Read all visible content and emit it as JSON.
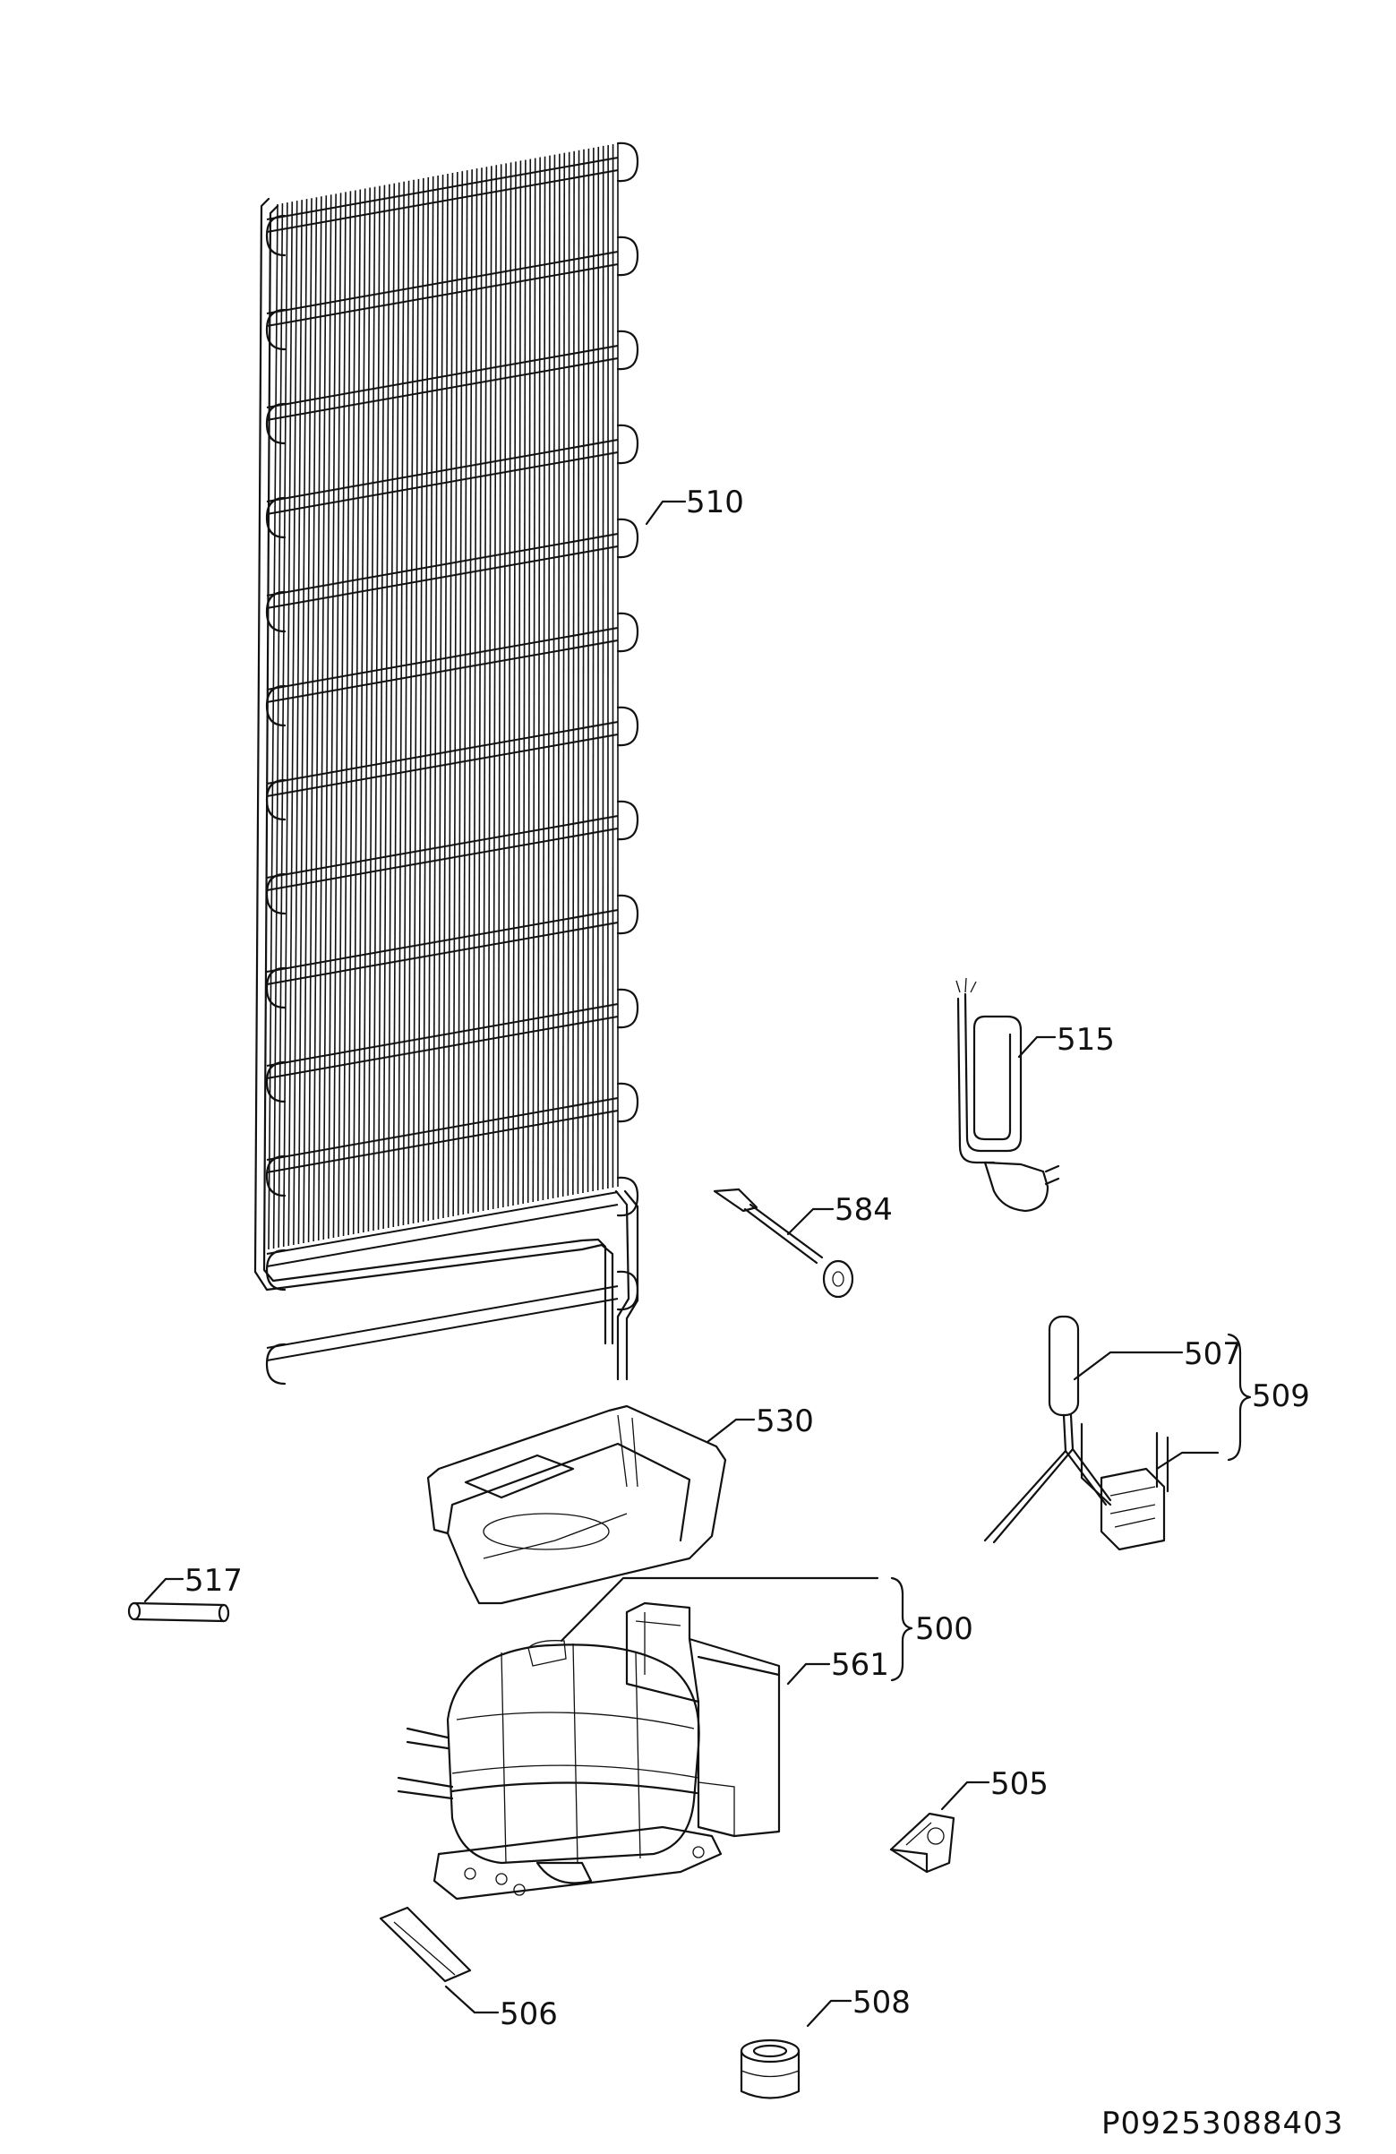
{
  "labels": {
    "p510": "510",
    "p515": "515",
    "p584": "584",
    "p507": "507",
    "p509": "509",
    "p530": "530",
    "p517": "517",
    "p500": "500",
    "p561": "561",
    "p505": "505",
    "p506": "506",
    "p508": "508"
  },
  "document_id": "P09253088403",
  "colors": {
    "ink": "#111111",
    "background": "#ffffff"
  }
}
